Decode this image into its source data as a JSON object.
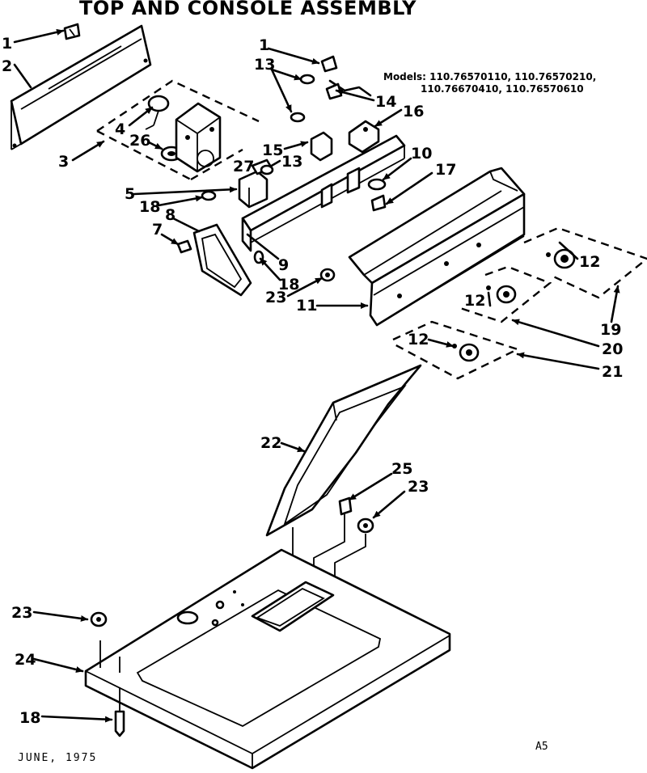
{
  "title": "TOP AND CONSOLE ASSEMBLY",
  "models": {
    "line1": "Models: 110.76570110, 110.76570210,",
    "line2": "110.76670410, 110.76570610"
  },
  "footer": {
    "date": "JUNE, 1975",
    "code": "A5"
  },
  "callouts": [
    "1",
    "2",
    "3",
    "4",
    "26",
    "1",
    "13",
    "14",
    "16",
    "15",
    "13",
    "27",
    "10",
    "17",
    "5",
    "18",
    "8",
    "7",
    "9",
    "18",
    "23",
    "11",
    "12",
    "12",
    "12",
    "19",
    "20",
    "21",
    "22",
    "25",
    "23",
    "23",
    "24",
    "18"
  ]
}
